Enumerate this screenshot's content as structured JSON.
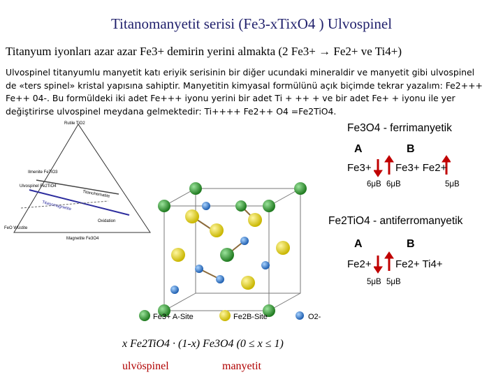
{
  "title": "Titanomanyetit serisi (Fe3-xTixO4 ) Ulvospinel",
  "subtitle": "Titanyum iyonları azar azar Fe3+ demirin yerini almakta (2 Fe3+ → Fe2+ ve Ti4+)",
  "paragraph": {
    "line1": "Ulvospinel titanyumlu manyetit katı eriyik serisinin bir diğer ucundaki mineraldir ve manyetit gibi ulvospinel",
    "line2": "de «ters spinel» kristal yapısına sahiptir. Manyetitin kimyasal formülünü açık biçimde tekrar yazalım: Fe2+++",
    "line3": "Fe++ 04-. Bu formüldeki iki adet Fe+++ iyonu yerini bir adet Ti   + ++ + ve bir adet Fe+ + iyonu ile yer",
    "line4": "değiştirirse ulvospinel meydana gelmektedir: Ti++++ Fe2++ O4 =Fe2TiO4."
  },
  "ternary": {
    "labels": {
      "top": "Rutile TiO2",
      "mid_left1": "Ilmenite FeTiO3",
      "mid_left2": "Ulvospinel Fe2TiO4",
      "bottom_left": "FeO Wüstite",
      "bottom_right": "Magnetite Fe3O4",
      "series1": "Titanomagnetite",
      "series2": "Titanohematite",
      "ox": "Oxidation"
    }
  },
  "ferrimagnetic": {
    "formula": "Fe3O4 - ferrimanyetik",
    "site_a": "A",
    "site_b": "B",
    "ion_a": "Fe3+",
    "ion_b": "Fe3+ Fe2+",
    "mom1": "6μB",
    "mom2": "6μB",
    "mom3": "5μB"
  },
  "antiferromagnetic": {
    "formula": "Fe2TiO4 - antiferromanyetik",
    "site_a": "A",
    "site_b": "B",
    "ion_a": "Fe2+",
    "ion_b": "Fe2+ Ti4+",
    "mom1": "5μB",
    "mom2": "5μB"
  },
  "legend": {
    "a_site": "Fe3+ A-Site",
    "b_site": "Fe2B-Site",
    "oxygen": "O2-"
  },
  "colors": {
    "a_site": "#2e8b2e",
    "b_site": "#d6c400",
    "oxygen": "#2e7fd6",
    "arrow_red": "#c00000",
    "title": "#1f1f6b"
  },
  "series_formula": "x Fe2TiO4 · (1-x) Fe3O4   (0 ≤ x ≤ 1)",
  "end_members": {
    "left": "ulvöspinel",
    "right": "manyetit"
  }
}
